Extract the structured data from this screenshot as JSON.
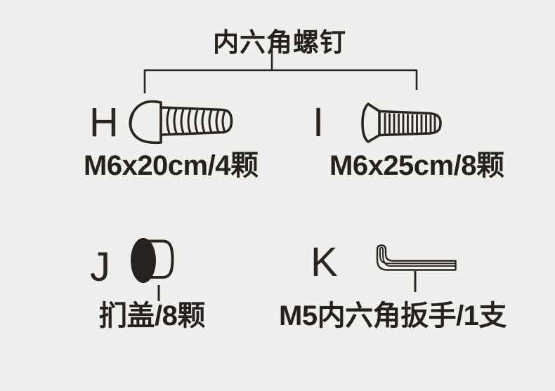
{
  "title": "内六角螺钉",
  "colors": {
    "background": "#efefee",
    "line": "#2b2420",
    "text": "#27211e"
  },
  "parts": [
    {
      "letter": "H",
      "spec": "M6x20cm/4颗",
      "drawing": "button-head-hex-screw"
    },
    {
      "letter": "I",
      "spec": "M6x25cm/8颗",
      "drawing": "countersunk-hex-screw"
    },
    {
      "letter": "J",
      "spec": "扪盖/8颗",
      "drawing": "cover-cap"
    },
    {
      "letter": "K",
      "spec": "M5内六角扳手/1支",
      "drawing": "hex-allen-wrench"
    }
  ]
}
